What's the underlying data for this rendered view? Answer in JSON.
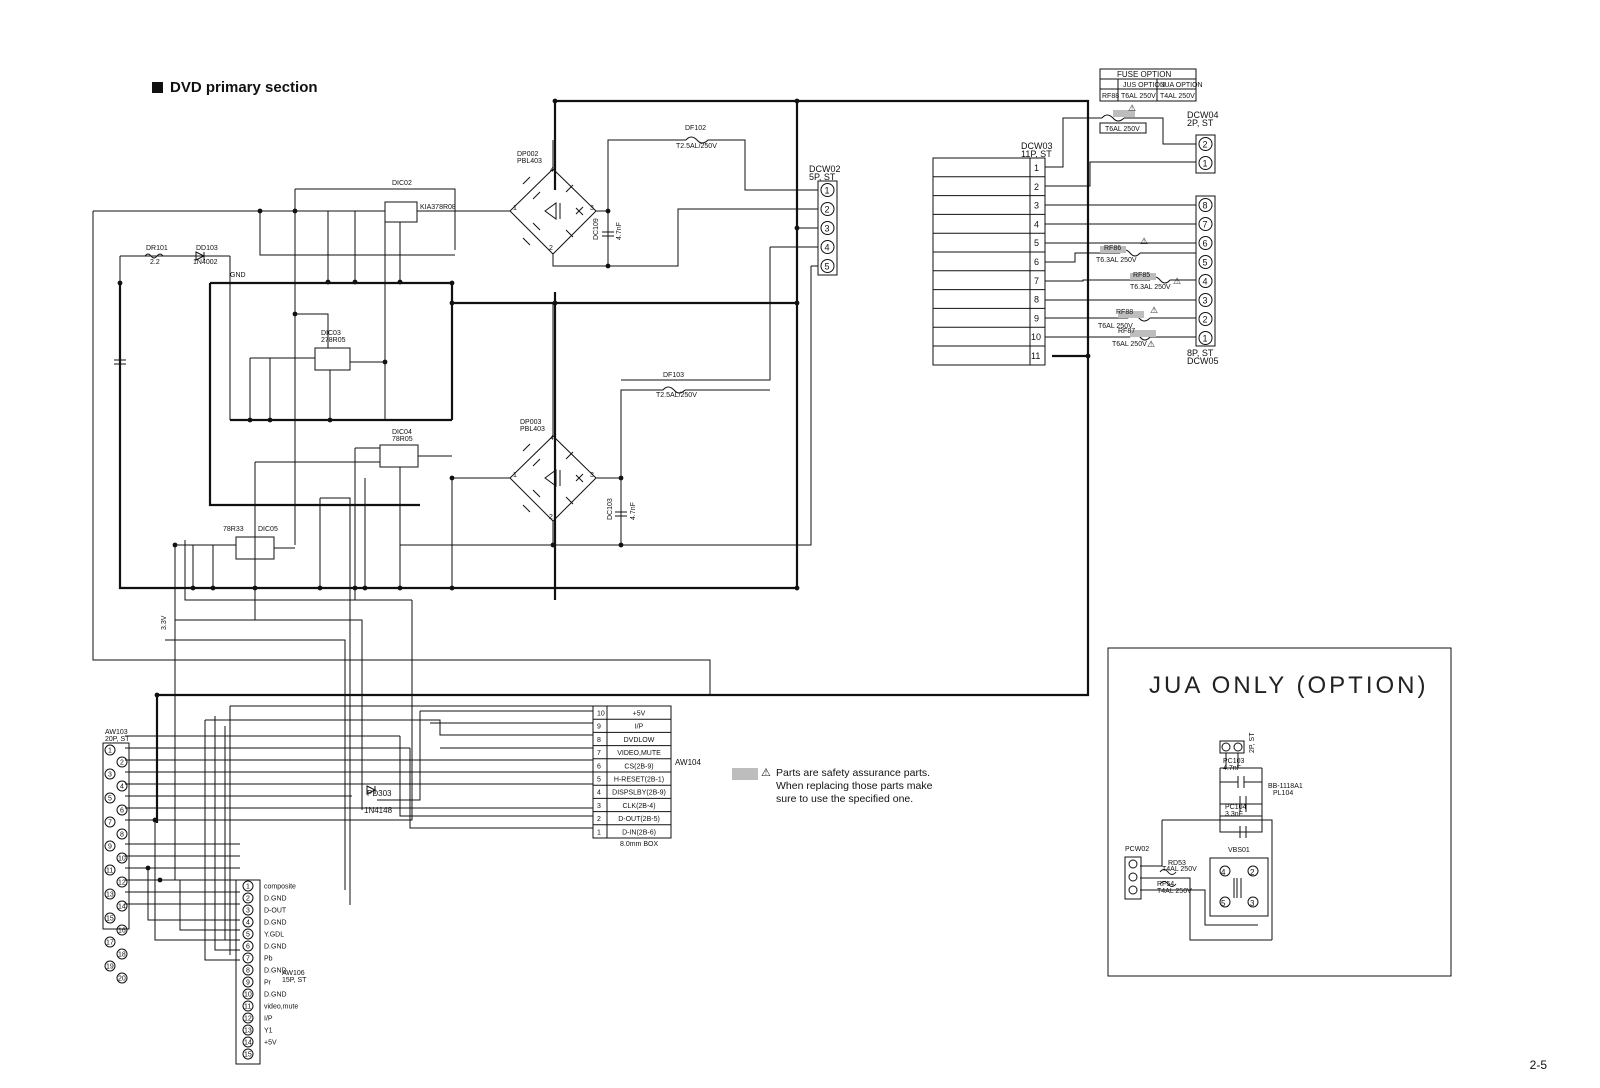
{
  "header": {
    "title": "DVD primary section"
  },
  "page_number": "2-5",
  "note": {
    "lines": [
      "Parts are safety assurance parts.",
      "When replacing those parts make",
      "sure to use the specified one."
    ]
  },
  "fuse_option": {
    "title": "FUSE OPTION",
    "col1": "JUS OPTION",
    "col2": "JUA OPTION",
    "row_label": "RF88",
    "val1": "T6AL 250V",
    "val2": "T4AL 250V"
  },
  "option_box": {
    "title": "JUA ONLY (OPTION)"
  },
  "connectors": {
    "dcw02": {
      "name": "DCW02",
      "type": "5P, ST",
      "pins": [
        "1",
        "2",
        "3",
        "4",
        "5"
      ]
    },
    "dcw03": {
      "name": "DCW03",
      "type": "11P, ST",
      "pins": [
        "1",
        "2",
        "3",
        "4",
        "5",
        "6",
        "7",
        "8",
        "9",
        "10",
        "11"
      ]
    },
    "dcw04": {
      "name": "DCW04",
      "type": "2P, ST",
      "pins": [
        "2",
        "1"
      ]
    },
    "dcw05": {
      "name": "DCW05",
      "type": "8P, ST",
      "pins": [
        "8",
        "7",
        "6",
        "5",
        "4",
        "3",
        "2",
        "1"
      ]
    },
    "aw104": {
      "name": "AW104",
      "pins": [
        "10",
        "9",
        "8",
        "7",
        "6",
        "5",
        "4",
        "3",
        "2",
        "1"
      ],
      "signals": [
        "+5V",
        "I/P",
        "DVDLOW",
        "VIDEO,MUTE",
        "CS(2B-9)",
        "H-RESET(2B-1)",
        "DISPSLBY(2B-9)",
        "CLK(2B-4)",
        "D-OUT(2B-5)",
        "D-IN(2B-6)"
      ],
      "footer": "8.0mm BOX"
    },
    "aw103": {
      "name": "AW103",
      "type": "20P, ST",
      "pins": [
        "1",
        "2",
        "3",
        "4",
        "5",
        "6",
        "7",
        "8",
        "9",
        "10",
        "11",
        "12",
        "13",
        "14",
        "15",
        "16",
        "17",
        "18",
        "19",
        "20"
      ]
    },
    "aw106": {
      "name": "AW106",
      "type": "15P, ST",
      "pins": [
        "1",
        "2",
        "3",
        "4",
        "5",
        "6",
        "7",
        "8",
        "9",
        "10",
        "11",
        "12",
        "13",
        "14",
        "15"
      ],
      "signals": [
        "composite",
        "D.GND",
        "D-OUT",
        "D.GND",
        "Y.GDL",
        "D.GND",
        "Pb",
        "D.GND",
        "Pr",
        "D.GND",
        "video,mute",
        "I/P",
        "Y1",
        "+5V",
        ""
      ]
    }
  },
  "parts": {
    "dic02": [
      "DIC02",
      "KIA378R08"
    ],
    "dic03": [
      "DIC03",
      "278R05"
    ],
    "dic04": [
      "DIC04",
      "78R05"
    ],
    "dic05": [
      "78R33",
      "DIC05"
    ],
    "dp002": [
      "DP002",
      "PBL403"
    ],
    "dp003": [
      "DP003",
      "PBL403"
    ],
    "df102": [
      "DF102",
      "T2.5AL/250V"
    ],
    "df103": [
      "DF103",
      "T2.5AL/250V"
    ],
    "dr101": [
      "DR101",
      "2.2"
    ],
    "dd103": [
      "DD103",
      "1N4002"
    ],
    "pd303": [
      "PD303",
      "1N4148"
    ],
    "dc109": [
      "DC109",
      "4.7nF"
    ],
    "dc103": [
      "DC103",
      "4.7nF"
    ],
    "gnd": "GND",
    "v33": "3.3V",
    "rf86": [
      "RF86",
      "T6.3AL 250V"
    ],
    "rf85": [
      "RF85",
      "T6.3AL 250V"
    ],
    "rf88": [
      "RF88",
      "T6AL 250V"
    ],
    "rf87": [
      "RF87",
      "T6AL 250V"
    ],
    "rf89": "T6AL 250V",
    "opt": [
      "PC103",
      "4.7nF",
      "BB-1118A1",
      "PL104",
      "PC104",
      "3.3nF",
      "RD53",
      "T4AL 250V",
      "RF54",
      "T4AL 250V",
      "VBS01",
      "2P, ST",
      "PCW02"
    ]
  }
}
